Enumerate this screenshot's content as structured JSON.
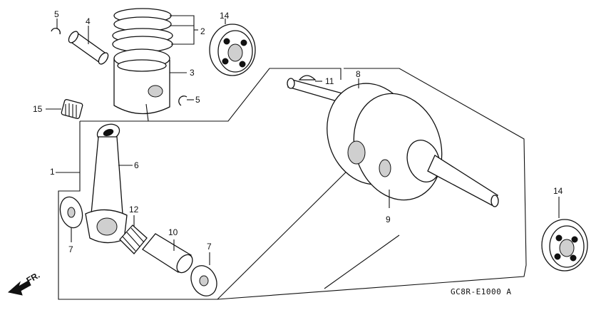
{
  "diagram": {
    "code": "GC8R-E1000 A",
    "direction_marker": "FR.",
    "callouts": [
      {
        "id": "c5a",
        "text": "5"
      },
      {
        "id": "c4",
        "text": "4"
      },
      {
        "id": "c2",
        "text": "2"
      },
      {
        "id": "c3",
        "text": "3"
      },
      {
        "id": "c14a",
        "text": "14"
      },
      {
        "id": "c5b",
        "text": "5"
      },
      {
        "id": "c15",
        "text": "15"
      },
      {
        "id": "c11",
        "text": "11"
      },
      {
        "id": "c8",
        "text": "8"
      },
      {
        "id": "c1",
        "text": "1"
      },
      {
        "id": "c6",
        "text": "6"
      },
      {
        "id": "c12",
        "text": "12"
      },
      {
        "id": "c7a",
        "text": "7"
      },
      {
        "id": "c10",
        "text": "10"
      },
      {
        "id": "c7b",
        "text": "7"
      },
      {
        "id": "c9",
        "text": "9"
      },
      {
        "id": "c14b",
        "text": "14"
      }
    ]
  }
}
